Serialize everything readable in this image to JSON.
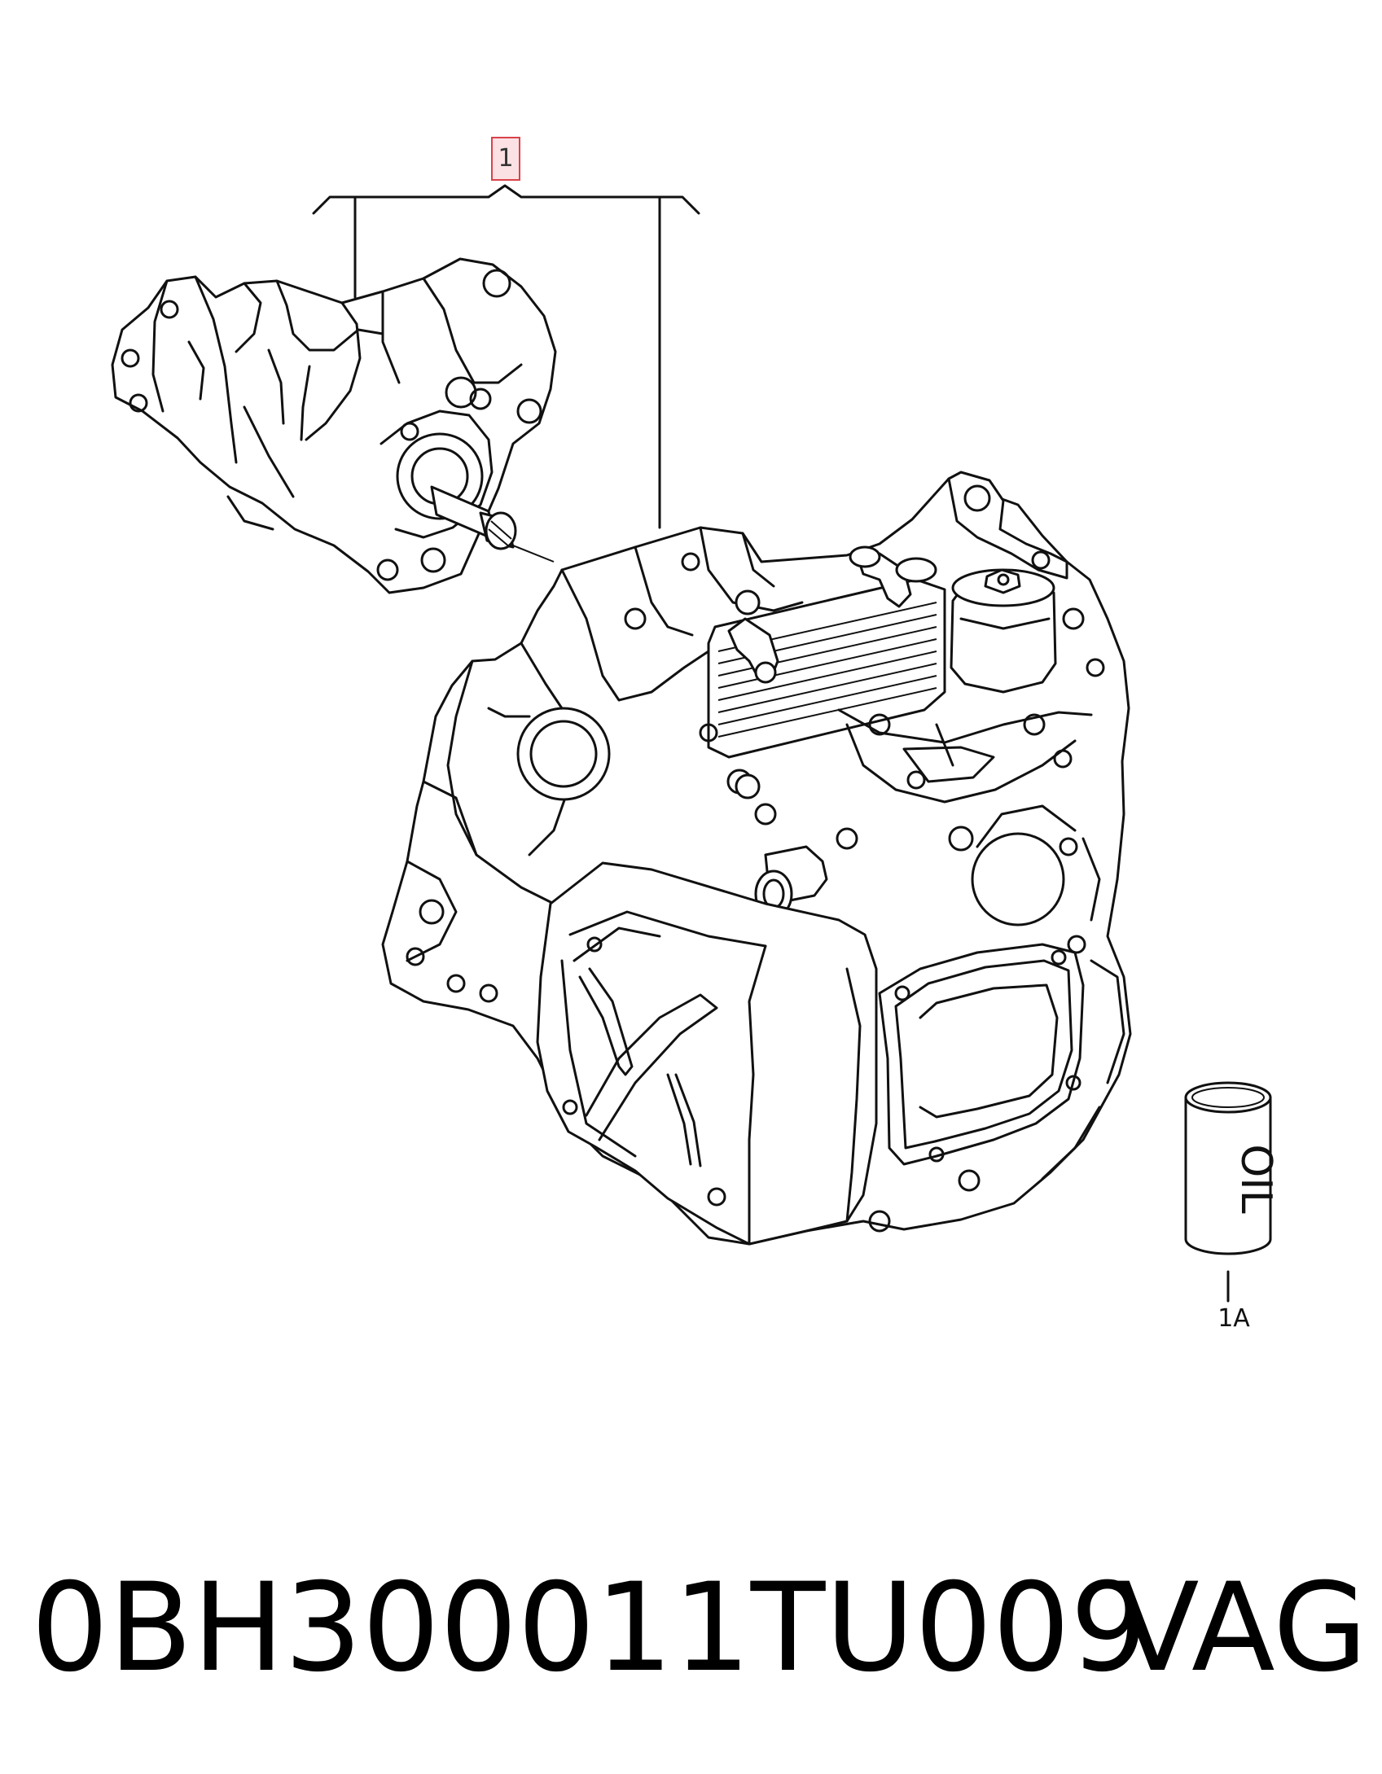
{
  "callouts": {
    "assembly": "1",
    "oil": "1A"
  },
  "oil_can_label": "OIL",
  "caption": {
    "part_number": "0BH300011TU009",
    "brand": "VAG"
  },
  "colors": {
    "callout_border": "#d9424a",
    "callout_fill": "#fbe1e4",
    "line": "#111111"
  }
}
